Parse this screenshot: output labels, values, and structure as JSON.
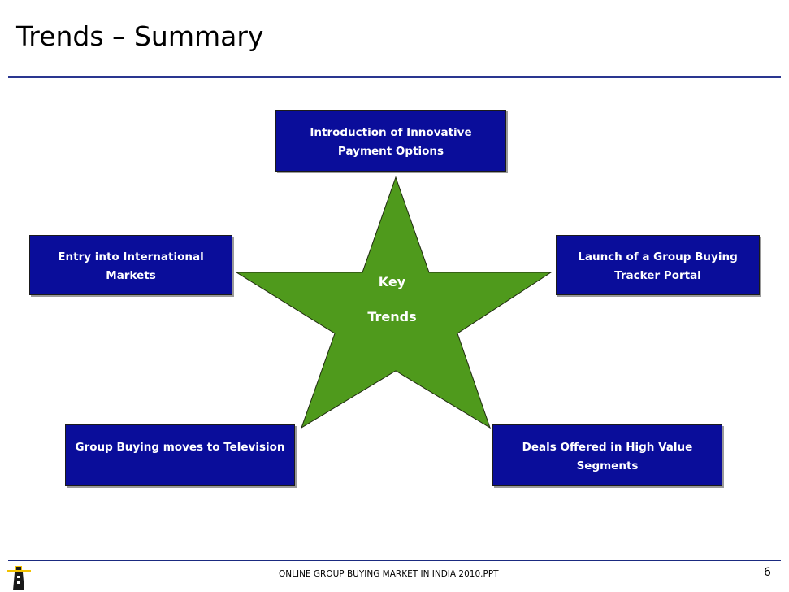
{
  "slide": {
    "title": "Trends – Summary"
  },
  "center": {
    "line1": "Key",
    "line2": "Trends"
  },
  "trends": {
    "top": "Introduction of Innovative Payment Options",
    "left": "Entry into International Markets",
    "right": "Launch of a Group Buying Tracker Portal",
    "bottom_left": "Group Buying moves to Television",
    "bottom_right": "Deals Offered in High Value Segments"
  },
  "footer": {
    "text": "ONLINE GROUP BUYING MARKET IN INDIA 2010.PPT",
    "page": "6"
  },
  "colors": {
    "box_fill": "#0a0d9a",
    "star_fill": "#4f9a1c",
    "rule": "#2a3690"
  },
  "icons": {
    "logo": "lighthouse-icon"
  }
}
